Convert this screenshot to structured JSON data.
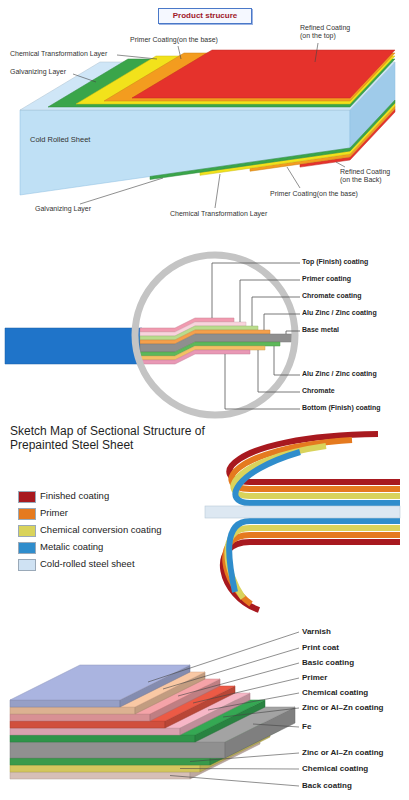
{
  "diagram": {
    "title": "Product strucure",
    "labels": [
      "Primer Coating(on the base)",
      "Refined Coating (on the top)",
      "Chemical Transformation Layer",
      "Galvanizing Layer",
      "Cold Rolled Sheet",
      "Refined Coating (on the Back)",
      "Primer Coating(on the base)",
      "Galvanizing Layer",
      "Chemical Transformation Layer",
      "Top (Finish) coating",
      "Primer coating",
      "Chromate coating",
      "Alu Zinc / Zinc coating",
      "Base metal",
      "Alu Zinc / Zinc coating",
      "Chromate",
      "Bottom (Finish) coating",
      "Sketch Map of Sectional Structure of Prepainted Steel Sheet",
      "Varnish",
      "Print coat",
      "Basic coating",
      "Primer",
      "Chemical coating",
      "Zinc or Al–Zn coating",
      "Fe",
      "Zinc or Al–Zn coating",
      "Chemical coating",
      "Back coating"
    ],
    "legend": [
      {
        "text": "Finished coating",
        "color": "#a8191f"
      },
      {
        "text": "Primer",
        "color": "#e57a1f"
      },
      {
        "text": "Chemical conversion coating",
        "color": "#d9d35b"
      },
      {
        "text": "Metalic coating",
        "color": "#2f8dcc"
      },
      {
        "text": "Cold-rolled steel sheet",
        "color": "#cfe2f3"
      }
    ]
  }
}
